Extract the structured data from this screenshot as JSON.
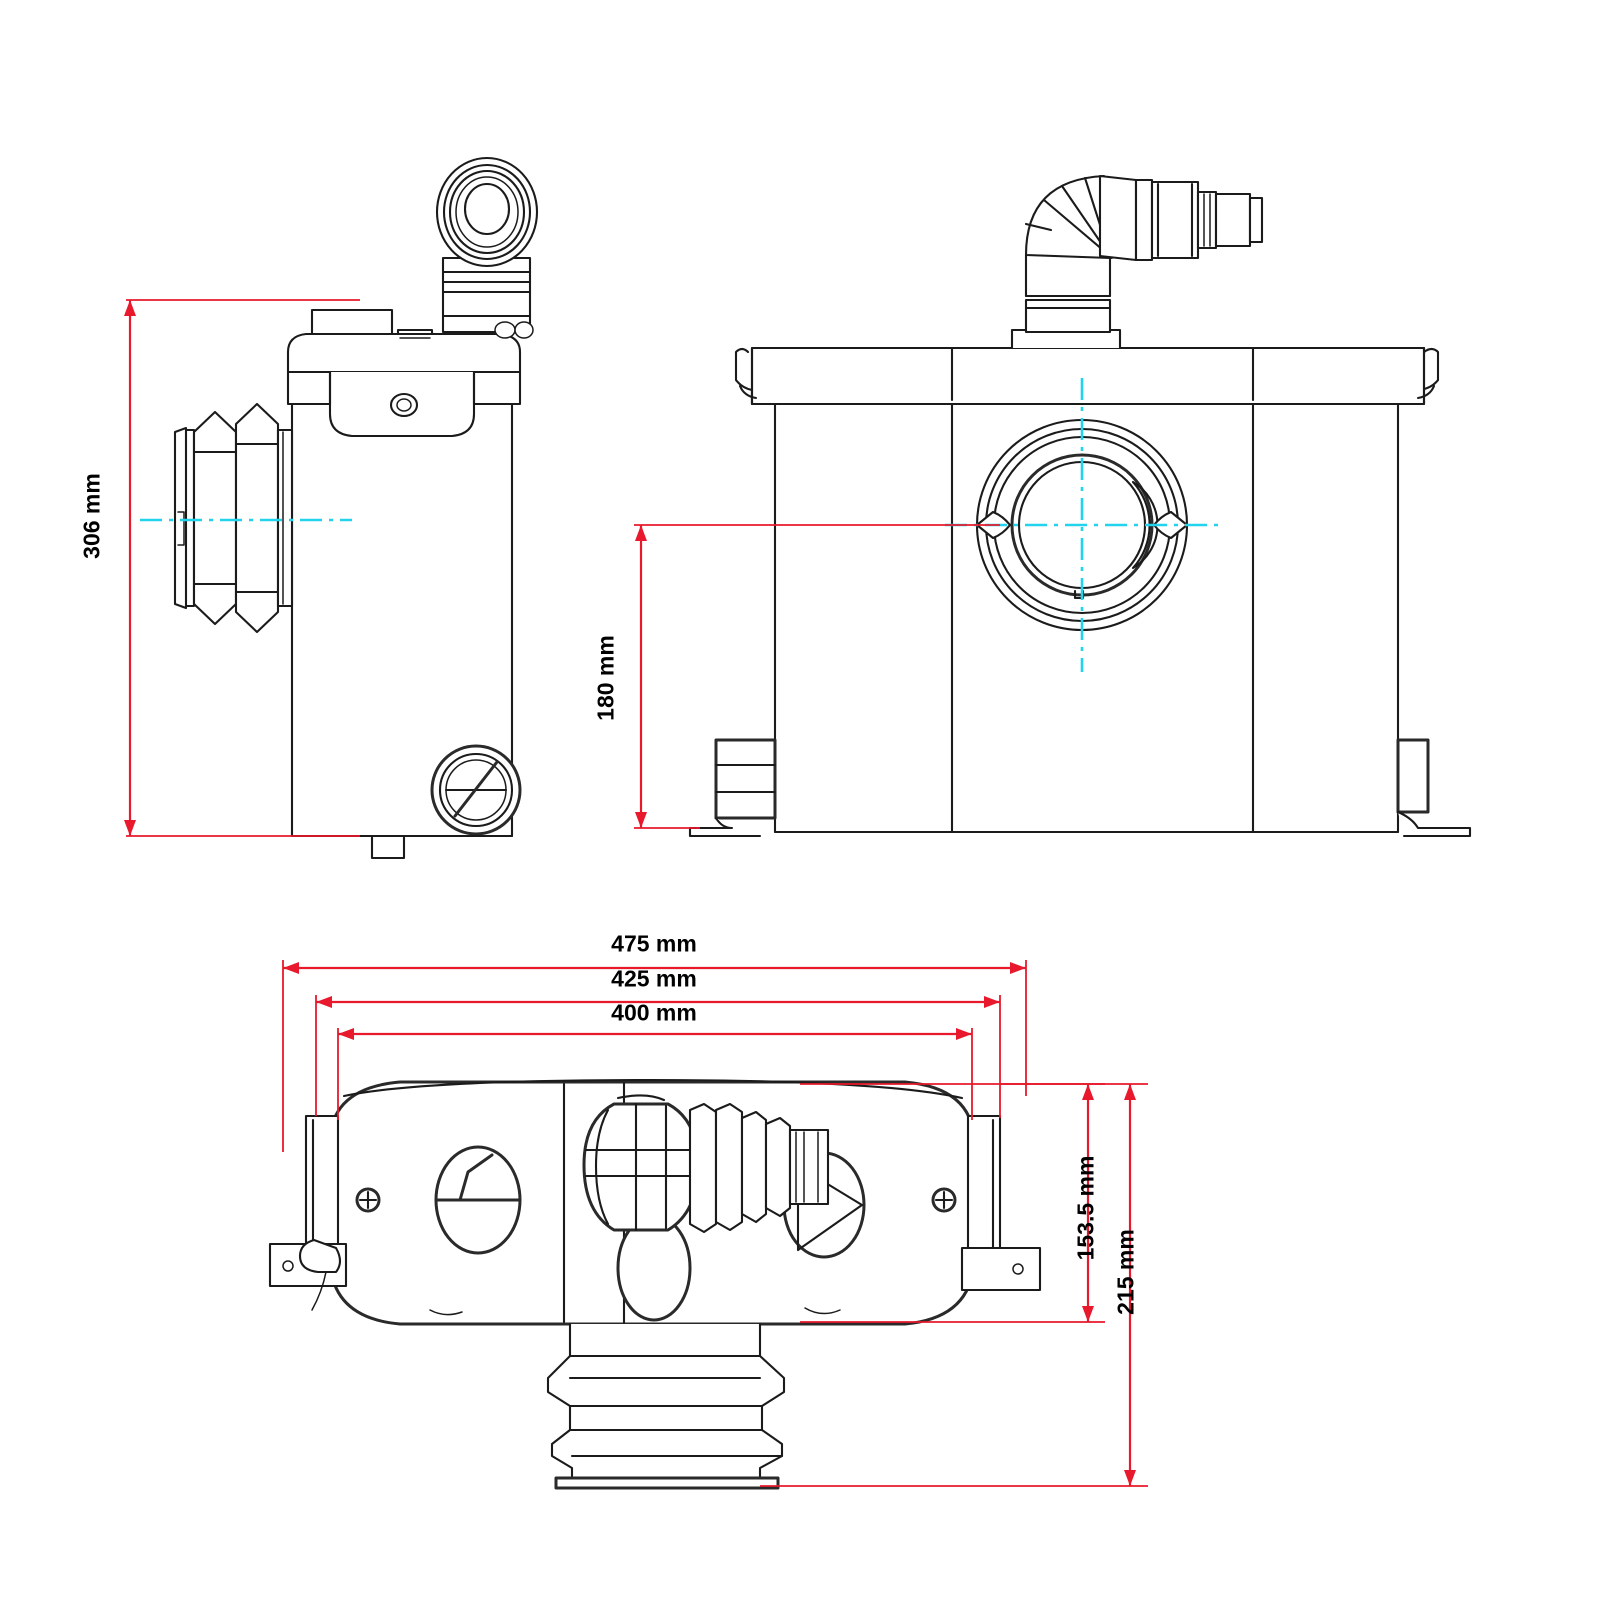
{
  "drawing": {
    "type": "technical-dimension-drawing",
    "subject": "Macerator sewage pump unit — three orthographic views",
    "line_colors": {
      "outline": "#1b1b1b",
      "dimension": "#e8192c",
      "centerline": "#22d3ee",
      "background": "#ffffff"
    },
    "views": [
      {
        "id": "side-view",
        "name": "Side elevation",
        "position": "top-left"
      },
      {
        "id": "front-view",
        "name": "Front elevation",
        "position": "top-right"
      },
      {
        "id": "top-view",
        "name": "Plan / top view",
        "position": "bottom-center"
      }
    ]
  },
  "dimensions": {
    "side_height": {
      "value": "306 mm",
      "orientation": "vertical",
      "view": "side-view"
    },
    "inlet_height": {
      "value": "180 mm",
      "orientation": "vertical",
      "view": "front-view"
    },
    "overall_width": {
      "value": "475 mm",
      "orientation": "horizontal",
      "view": "top-view"
    },
    "body_width": {
      "value": "425 mm",
      "orientation": "horizontal",
      "view": "top-view"
    },
    "inner_width": {
      "value": "400 mm",
      "orientation": "horizontal",
      "view": "top-view"
    },
    "body_depth": {
      "value": "153.5 mm",
      "orientation": "vertical",
      "view": "top-view"
    },
    "overall_depth": {
      "value": "215 mm",
      "orientation": "vertical",
      "view": "top-view"
    }
  },
  "features": {
    "side_view": {
      "bellows_inlet": "bellows-inlet-connector",
      "top_outlet_elbow": "elbow-end-view",
      "lid": "housing-lid",
      "lid_screw": "lid-screw-boss",
      "side_cap": "round-cross-cap",
      "foot": "mounting-foot"
    },
    "front_view": {
      "inlet_port": "circular-inlet-port",
      "outlet_elbow": "ninety-degree-elbow",
      "outlet_nozzle": "stepped-hose-nozzle",
      "lid": "housing-lid",
      "left_bracket": "left-mounting-bracket",
      "right_bracket": "right-mounting-bracket"
    },
    "top_view": {
      "body": "rounded-rectangular-body",
      "left_bracket": "left-mounting-bracket",
      "right_bracket": "right-mounting-bracket",
      "vent_port": "vent-port-circle",
      "fan_port": "fan-port-circle",
      "oval_port": "oval-access-port",
      "hose_connector": "ribbed-hose-connector",
      "bellows_outlet": "bellows-outlet-connector",
      "screws": "housing-screws"
    }
  }
}
